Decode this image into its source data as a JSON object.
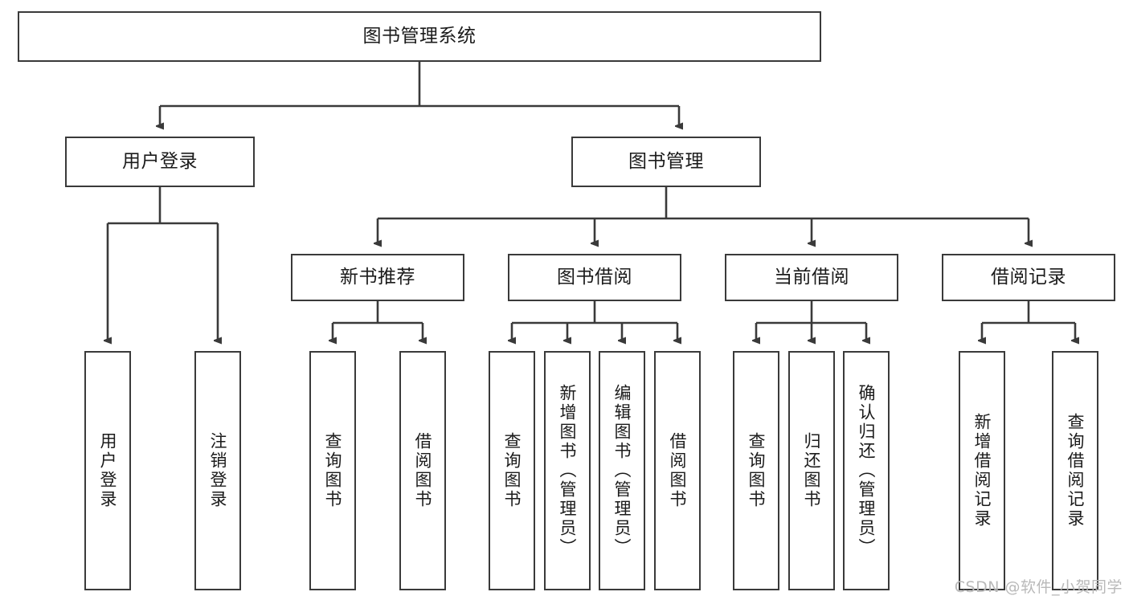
{
  "diagram": {
    "title": "图书管理系统",
    "watermark": "CSDN @软件_小贺同学",
    "colors": {
      "stroke": "#3a3a3a",
      "text": "#1b1b1b",
      "background": "#ffffff",
      "watermark": "#b9b9b9"
    },
    "nodes": {
      "root": {
        "label": "图书管理系统"
      },
      "level1": [
        {
          "id": "user-login",
          "label": "用户登录"
        },
        {
          "id": "book-management",
          "label": "图书管理"
        }
      ],
      "level2": [
        {
          "id": "new-book-recommend",
          "label": "新书推荐"
        },
        {
          "id": "book-borrow",
          "label": "图书借阅"
        },
        {
          "id": "current-borrow",
          "label": "当前借阅"
        },
        {
          "id": "borrow-record",
          "label": "借阅记录"
        }
      ],
      "leaves": {
        "user-login": [
          {
            "id": "leaf-user-login",
            "label": "用户登录"
          },
          {
            "id": "leaf-logout-login",
            "label": "注销登录"
          }
        ],
        "new-book-recommend": [
          {
            "id": "leaf-query-book-1",
            "label": "查询图书"
          },
          {
            "id": "leaf-borrow-book-1",
            "label": "借阅图书"
          }
        ],
        "book-borrow": [
          {
            "id": "leaf-query-book-2",
            "label": "查询图书"
          },
          {
            "id": "leaf-add-book-admin",
            "label": "新增图书（管理员）"
          },
          {
            "id": "leaf-edit-book-admin",
            "label": "编辑图书（管理员）"
          },
          {
            "id": "leaf-borrow-book-2",
            "label": "借阅图书"
          }
        ],
        "current-borrow": [
          {
            "id": "leaf-query-book-3",
            "label": "查询图书"
          },
          {
            "id": "leaf-return-book",
            "label": "归还图书"
          },
          {
            "id": "leaf-confirm-return-admin",
            "label": "确认归还（管理员）"
          }
        ],
        "borrow-record": [
          {
            "id": "leaf-add-borrow-record",
            "label": "新增借阅记录"
          },
          {
            "id": "leaf-query-borrow-record",
            "label": "查询借阅记录"
          }
        ]
      }
    }
  }
}
